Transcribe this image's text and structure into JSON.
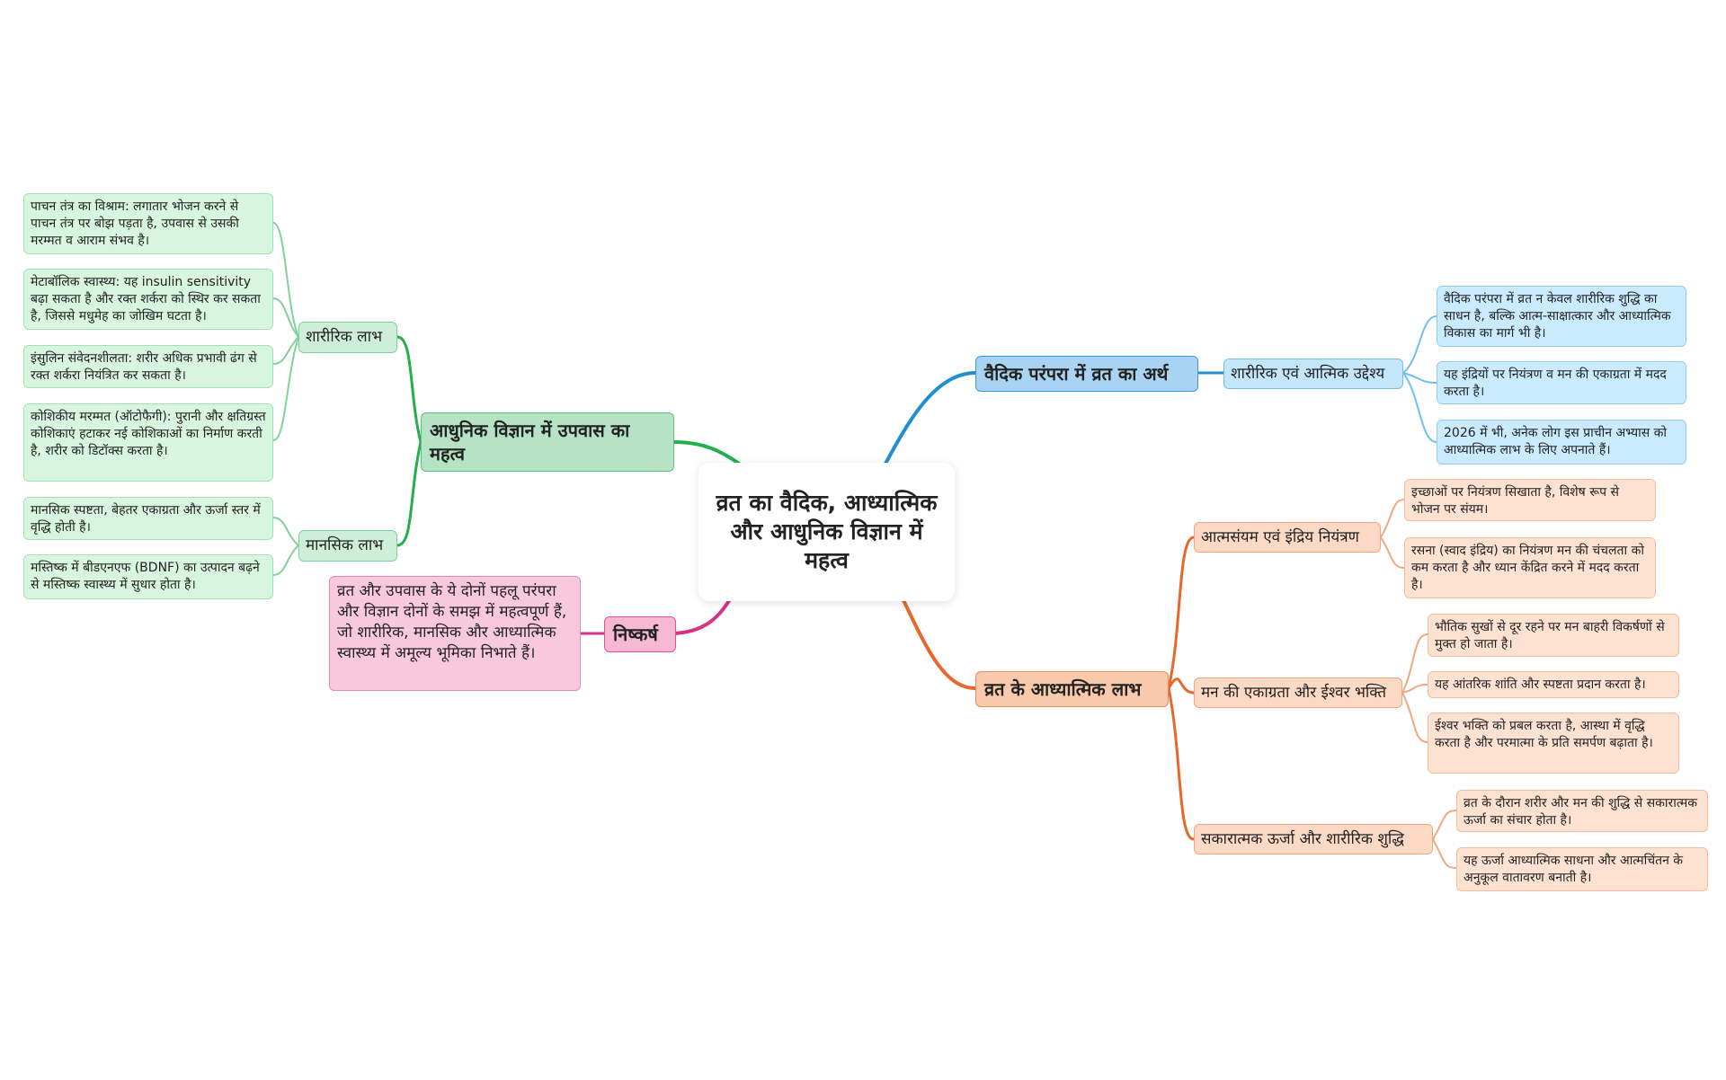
{
  "central": {
    "label": "व्रत का वैदिक, आध्यात्मिक और आधुनिक विज्ञान में महत्व"
  },
  "branches": {
    "modern_science": {
      "label": "आधुनिक विज्ञान में उपवास का महत्व",
      "color": "#22b04b",
      "physical": {
        "label": "शारीरिक लाभ",
        "leaves": [
          "पाचन तंत्र का विश्राम: लगातार भोजन करने से पाचन तंत्र पर बोझ पड़ता है, उपवास से उसकी मरम्मत व आराम संभव है।",
          "मेटाबॉलिक स्वास्थ्य: यह insulin sensitivity बढ़ा सकता है और रक्त शर्करा को स्थिर कर सकता है, जिससे मधुमेह का जोखिम घटता है।",
          "इंसुलिन संवेदनशीलता: शरीर अधिक प्रभावी ढंग से रक्त शर्करा नियंत्रित कर सकता है।",
          "कोशिकीय मरम्मत (ऑटोफैगी): पुरानी और क्षतिग्रस्त कोशिकाएं हटाकर नई कोशिकाओं का निर्माण करती है, शरीर को डिटॉक्स करता है।"
        ]
      },
      "mental": {
        "label": "मानसिक लाभ",
        "leaves": [
          "मानसिक स्पष्टता, बेहतर एकाग्रता और ऊर्जा स्तर में वृद्धि होती है।",
          "मस्तिष्क में बीडएनएफ (BDNF) का उत्पादन बढ़ने से मस्तिष्क स्वास्थ्य में सुधार होता है।"
        ]
      }
    },
    "conclusion": {
      "label": "निष्कर्ष",
      "color": "#d63384",
      "leaf": "व्रत और उपवास के ये दोनों पहलू परंपरा और विज्ञान दोनों के समझ में महत्वपूर्ण हैं, जो शारीरिक, मानसिक और आध्यात्मिक स्वास्थ्य में अमूल्य भूमिका निभाते हैं।"
    },
    "vedic": {
      "label": "वैदिक परंपरा में व्रत का अर्थ",
      "color": "#1e8fd0",
      "purpose": {
        "label": "शारीरिक एवं आत्मिक उद्देश्य",
        "leaves": [
          "वैदिक परंपरा में व्रत न केवल शारीरिक शुद्धि का साधन है, बल्कि आत्म-साक्षात्कार और आध्यात्मिक विकास का मार्ग भी है।",
          "यह इंद्रियों पर नियंत्रण व मन की एकाग्रता में मदद करता है।",
          "2026 में भी, अनेक लोग इस प्राचीन अभ्यास को आध्यात्मिक लाभ के लिए अपनाते हैं।"
        ]
      }
    },
    "spiritual": {
      "label": "व्रत के आध्यात्मिक लाभ",
      "color": "#e8672a",
      "self_control": {
        "label": "आत्मसंयम एवं इंद्रिय नियंत्रण",
        "leaves": [
          "इच्छाओं पर नियंत्रण सिखाता है, विशेष रूप से भोजन पर संयम।",
          "रसना (स्वाद इंद्रिय) का नियंत्रण मन की चंचलता को कम करता है और ध्यान केंद्रित करने में मदद करता है।"
        ]
      },
      "focus": {
        "label": "मन की एकाग्रता और ईश्वर भक्ति",
        "leaves": [
          "भौतिक सुखों से दूर रहने पर मन बाहरी विकर्षणों से मुक्त हो जाता है।",
          "यह आंतरिक शांति और स्पष्टता प्रदान करता है।",
          "ईश्वर भक्ति को प्रबल करता है, आस्था में वृद्धि करता है और परमात्मा के प्रति समर्पण बढ़ाता है।"
        ]
      },
      "energy": {
        "label": "सकारात्मक ऊर्जा और शारीरिक शुद्धि",
        "leaves": [
          "व्रत के दौरान शरीर और मन की शुद्धि से सकारात्मक ऊर्जा का संचार होता है।",
          "यह ऊर्जा आध्यात्मिक साधना और आत्मचिंतन के अनुकूल वातावरण बनाती है।"
        ]
      }
    }
  }
}
